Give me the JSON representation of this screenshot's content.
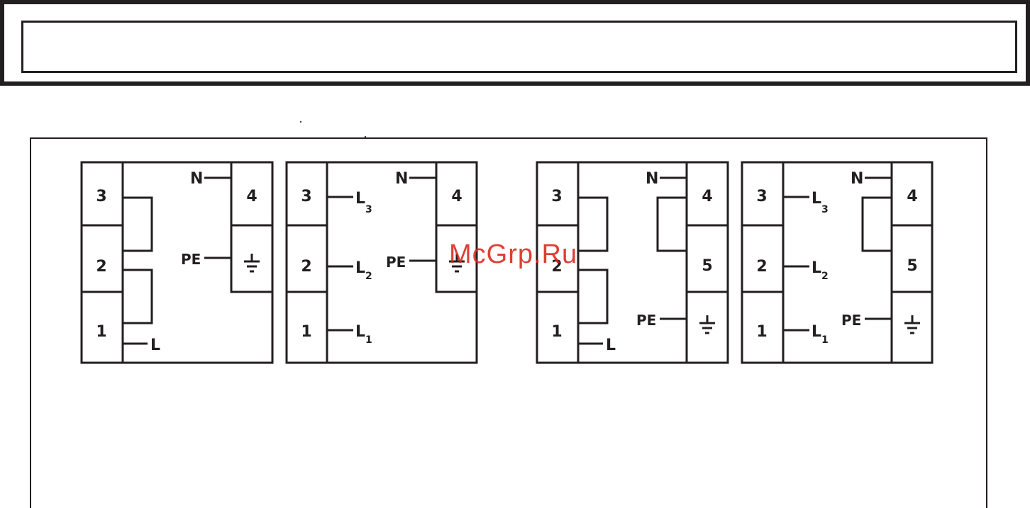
{
  "watermark": "McGrp.Ru",
  "blocks": [
    {
      "id": "block-1",
      "left_terminals": [
        "3",
        "2",
        "1"
      ],
      "right_terminals": [
        "4"
      ],
      "N": "N",
      "PE": "PE",
      "L": "L"
    },
    {
      "id": "block-2",
      "left_terminals": [
        "3",
        "2",
        "1"
      ],
      "right_terminals": [
        "4"
      ],
      "N": "N",
      "PE": "PE",
      "L3": "L",
      "L3_sub": "3",
      "L2": "L",
      "L2_sub": "2",
      "L1": "L",
      "L1_sub": "1"
    },
    {
      "id": "block-3",
      "left_terminals": [
        "3",
        "2",
        "1"
      ],
      "right_terminals": [
        "4",
        "5"
      ],
      "N": "N",
      "PE": "PE",
      "L": "L"
    },
    {
      "id": "block-4",
      "left_terminals": [
        "3",
        "2",
        "1"
      ],
      "right_terminals": [
        "4",
        "5"
      ],
      "N": "N",
      "PE": "PE",
      "L3": "L",
      "L3_sub": "3",
      "L2": "L",
      "L2_sub": "2",
      "L1": "L",
      "L1_sub": "1"
    }
  ],
  "icons": {
    "ground": "ground-symbol-icon"
  },
  "colors": {
    "ink": "#231f20",
    "watermark": "#d9261c"
  }
}
